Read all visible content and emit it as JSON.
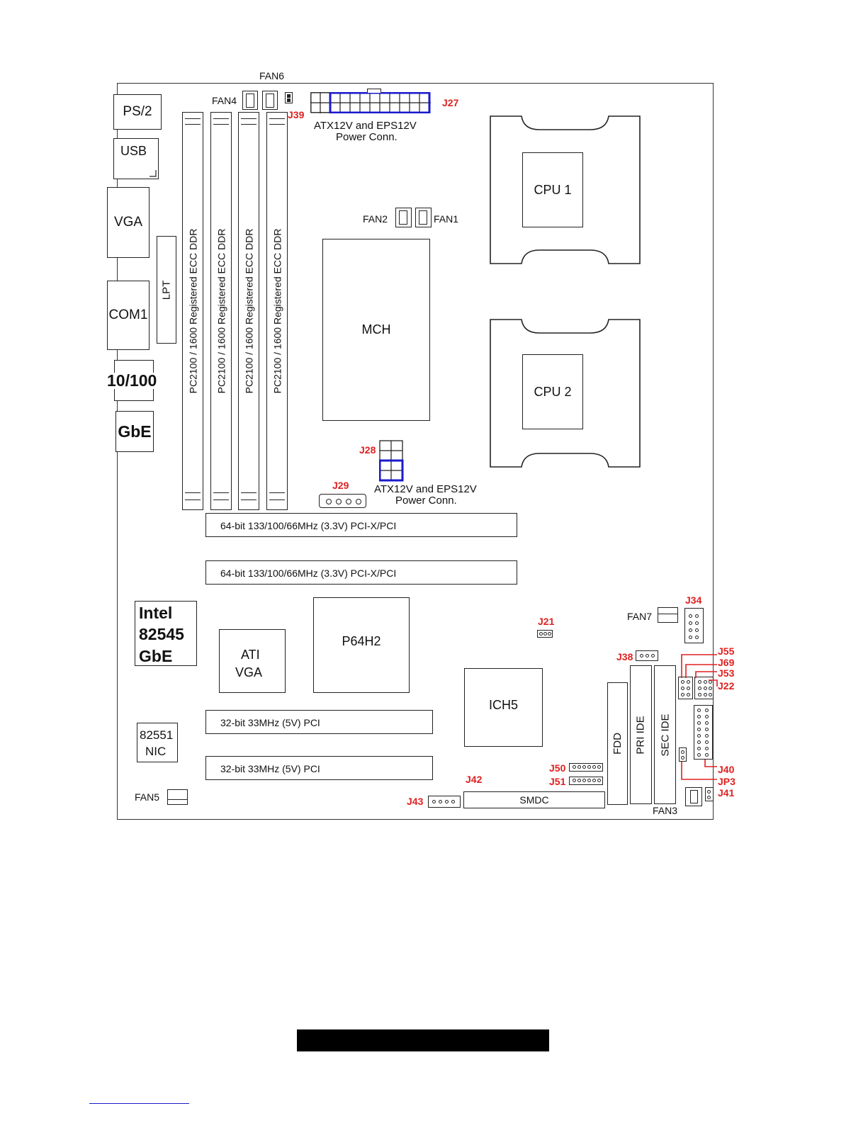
{
  "title": "FAN6",
  "io_ports": {
    "ps2": "PS/2",
    "usb": "USB",
    "vga": "VGA",
    "lpt": "LPT",
    "com1": "COM1",
    "lan10100": "10/100",
    "gbe": "GbE"
  },
  "dimm_label": "PC2100 / 1600  Registered ECC DDR",
  "fans": {
    "fan1": "FAN1",
    "fan2": "FAN2",
    "fan3": "FAN3",
    "fan4": "FAN4",
    "fan5": "FAN5",
    "fan7": "FAN7"
  },
  "power_top": {
    "jumper": "J27",
    "line1": "ATX12V and EPS12V",
    "line2": "Power Conn."
  },
  "power_mid": {
    "jumper": "J28",
    "line1": "ATX12V and EPS12V",
    "line2": "Power Conn."
  },
  "chips": {
    "cpu1": "CPU 1",
    "cpu2": "CPU 2",
    "mch": "MCH",
    "p64h2": "P64H2",
    "ich5": "ICH5",
    "ati_line1": "ATI",
    "ati_line2": "VGA",
    "intel_line1": "Intel",
    "intel_line2": "82545",
    "intel_line3": "GbE",
    "nic_line1": "82551",
    "nic_line2": "NIC"
  },
  "slots": {
    "pcix1": "64-bit 133/100/66MHz (3.3V) PCI-X/PCI",
    "pcix2": "64-bit 133/100/66MHz (3.3V) PCI-X/PCI",
    "pci1": "32-bit 33MHz (5V) PCI",
    "pci2": "32-bit 33MHz (5V) PCI",
    "smdc": "SMDC",
    "fdd": "FDD",
    "pri_ide": "PRI IDE",
    "sec_ide": "SEC IDE"
  },
  "jumpers": {
    "j21": "J21",
    "j22": "J22",
    "j29": "J29",
    "j34": "J34",
    "j38": "J38",
    "j39": "J39",
    "j40": "J40",
    "j41": "J41",
    "j42": "J42",
    "j43": "J43",
    "j50": "J50",
    "j51": "J51",
    "j53": "J53",
    "j55": "J55",
    "j69": "J69",
    "jp3": "JP3"
  },
  "colors": {
    "callout": "#e02020",
    "highlight": "#1a1acc",
    "footer_bar": "#000000",
    "footer_link": "#1a1acc"
  }
}
